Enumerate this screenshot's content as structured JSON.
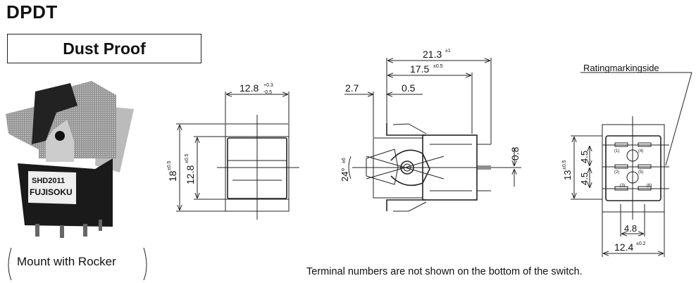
{
  "header": {
    "title": "DPDT",
    "variant": "Dust Proof"
  },
  "photo": {
    "caption": "Mount with Rocker",
    "part_marking": "SHD2011",
    "brand_marking": "FUJISOKU"
  },
  "front_view": {
    "width": "12.8",
    "width_tol_plus": "+0.3",
    "width_tol_minus": "-0.5",
    "height_outer": "18",
    "height_outer_tol": "±0.5",
    "height_inner": "12.8",
    "height_inner_tol": "±0.5"
  },
  "side_view": {
    "overall": "21.3",
    "overall_tol": "±1",
    "body": "17.5",
    "body_tol": "±0.5",
    "offset_a": "2.7",
    "offset_b": "0.5",
    "angle": "24°",
    "angle_tol": "±6",
    "terminal": "0.8"
  },
  "bottom_view": {
    "rating_label": "Ratingmarkingside",
    "height": "13",
    "height_tol": "±0.5",
    "pitch_1": "4.5",
    "pitch_2": "4.5",
    "spacing": "4.8",
    "width": "12.4",
    "width_tol": "±0.2",
    "terminals": [
      "(1)",
      "(2)",
      "(3)",
      "(4)",
      "(5)",
      "(6)"
    ]
  },
  "footer_note": "Terminal numbers are not shown on the bottom of the switch."
}
